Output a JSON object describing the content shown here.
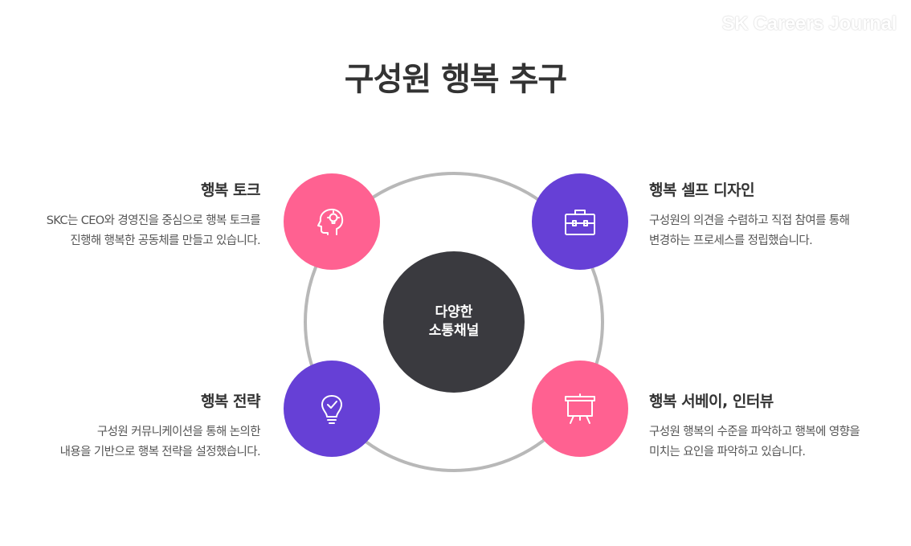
{
  "watermark": "SK Careers Journal",
  "title": "구성원 행복 추구",
  "center": {
    "label": "다양한\n소통채널"
  },
  "items": [
    {
      "title": "행복 토크",
      "desc": "SKC는 CEO와 경영진을 중심으로 행복 토크를\n진행해 행복한 공동체를 만들고 있습니다.",
      "icon": "head-lightbulb-icon",
      "color": "#ff6191"
    },
    {
      "title": "행복 셀프 디자인",
      "desc": "구성원의 의견을 수렴하고 직접 참여를 통해\n변경하는 프로세스를 정립했습니다.",
      "icon": "briefcase-icon",
      "color": "#6640d6"
    },
    {
      "title": "행복 전략",
      "desc": "구성원 커뮤니케이션을 통해 논의한\n내용을 기반으로 행복 전략을 설정했습니다.",
      "icon": "lightbulb-check-icon",
      "color": "#6640d6"
    },
    {
      "title": "행복 서베이, 인터뷰",
      "desc": "구성원 행복의 수준을 파악하고 행복에 영향을\n미치는 요인을 파악하고 있습니다.",
      "icon": "presentation-board-icon",
      "color": "#ff6191"
    }
  ]
}
